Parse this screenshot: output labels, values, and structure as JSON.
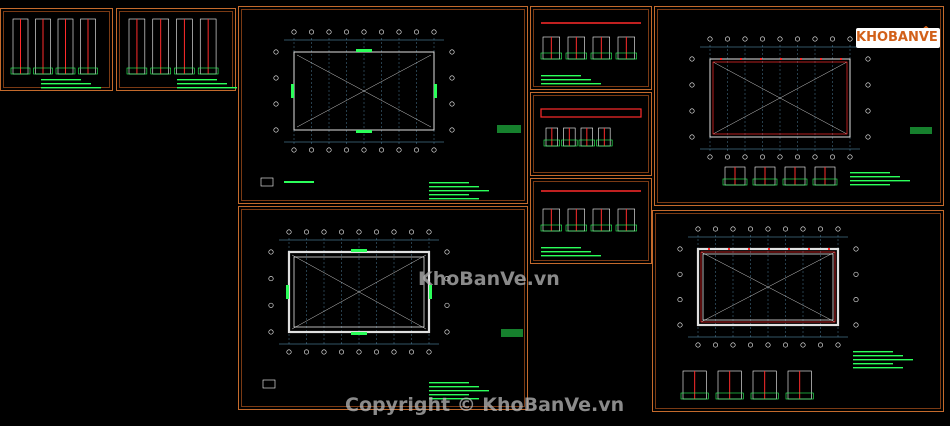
{
  "watermarks": {
    "center": "KhoBanVe.vn",
    "copyright": "Copyright © KhoBanVe.vn"
  },
  "logo": {
    "text": "KHOBANVE"
  },
  "colors": {
    "background": "#000000",
    "frame": "#c46a2c",
    "grid_line": "#7fd0ff",
    "wall": "#e0e0e0",
    "rebar": "#ff2b2b",
    "annotation": "#2bff5a",
    "text": "#ffffff"
  }
}
